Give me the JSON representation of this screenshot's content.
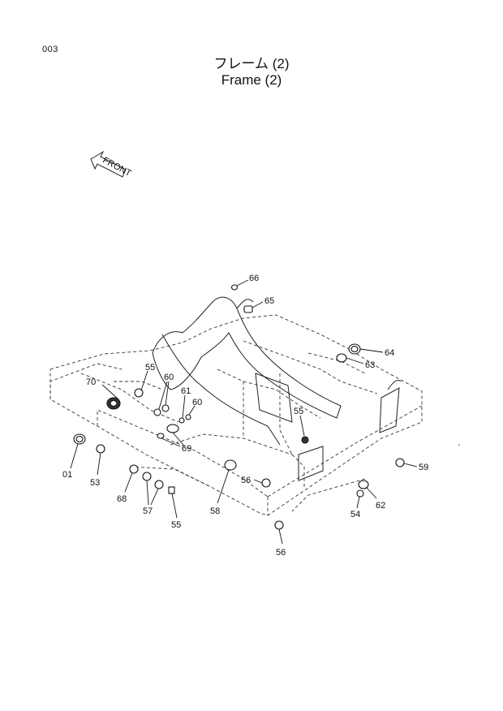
{
  "header": {
    "page_number": "003",
    "title_jp": "フレーム (2)",
    "title_en": "Frame (2)"
  },
  "front_arrow": {
    "label": "FRONT"
  },
  "callouts": {
    "c66": "66",
    "c65": "65",
    "c64": "64",
    "c63": "63",
    "c55a": "55",
    "c60a": "60",
    "c70": "70",
    "c61": "61",
    "c60b": "60",
    "c55b": "55",
    "c69": "69",
    "c01": "01",
    "c53": "53",
    "c68": "68",
    "c57": "57",
    "c55c": "55",
    "c58": "58",
    "c56a": "56",
    "c56b": "56",
    "c59": "59",
    "c62": "62",
    "c54": "54"
  }
}
